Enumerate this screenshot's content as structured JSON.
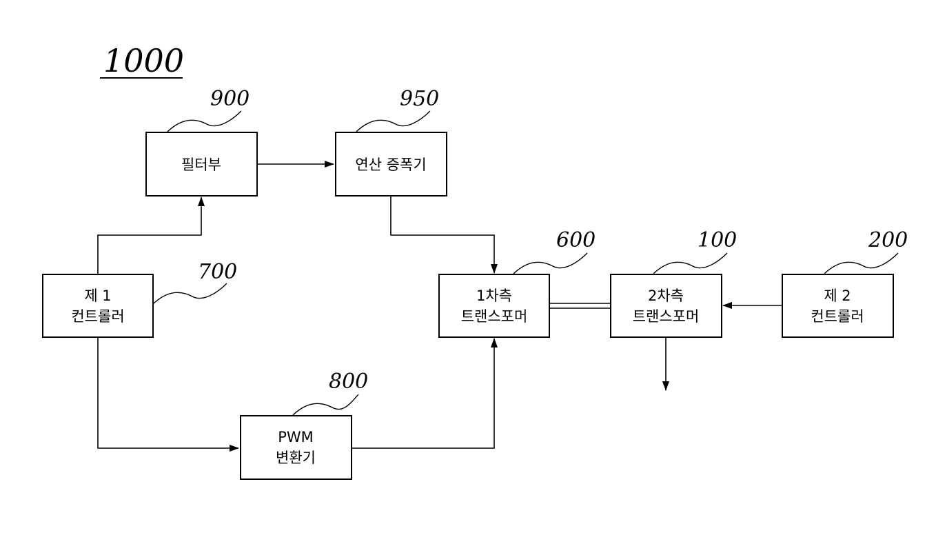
{
  "figure": {
    "number": "1000"
  },
  "blocks": {
    "filter": {
      "ref": "900",
      "lines": [
        "필터부"
      ]
    },
    "amplifier": {
      "ref": "950",
      "lines": [
        "연산 증폭기"
      ]
    },
    "controller1": {
      "ref": "700",
      "lines": [
        "제 1",
        "컨트롤러"
      ]
    },
    "pwm": {
      "ref": "800",
      "lines": [
        "PWM",
        "변환기"
      ]
    },
    "primary": {
      "ref": "600",
      "lines": [
        "1차측",
        "트랜스포머"
      ]
    },
    "secondary": {
      "ref": "100",
      "lines": [
        "2차측",
        "트랜스포머"
      ]
    },
    "controller2": {
      "ref": "200",
      "lines": [
        "제 2",
        "컨트롤러"
      ]
    }
  }
}
